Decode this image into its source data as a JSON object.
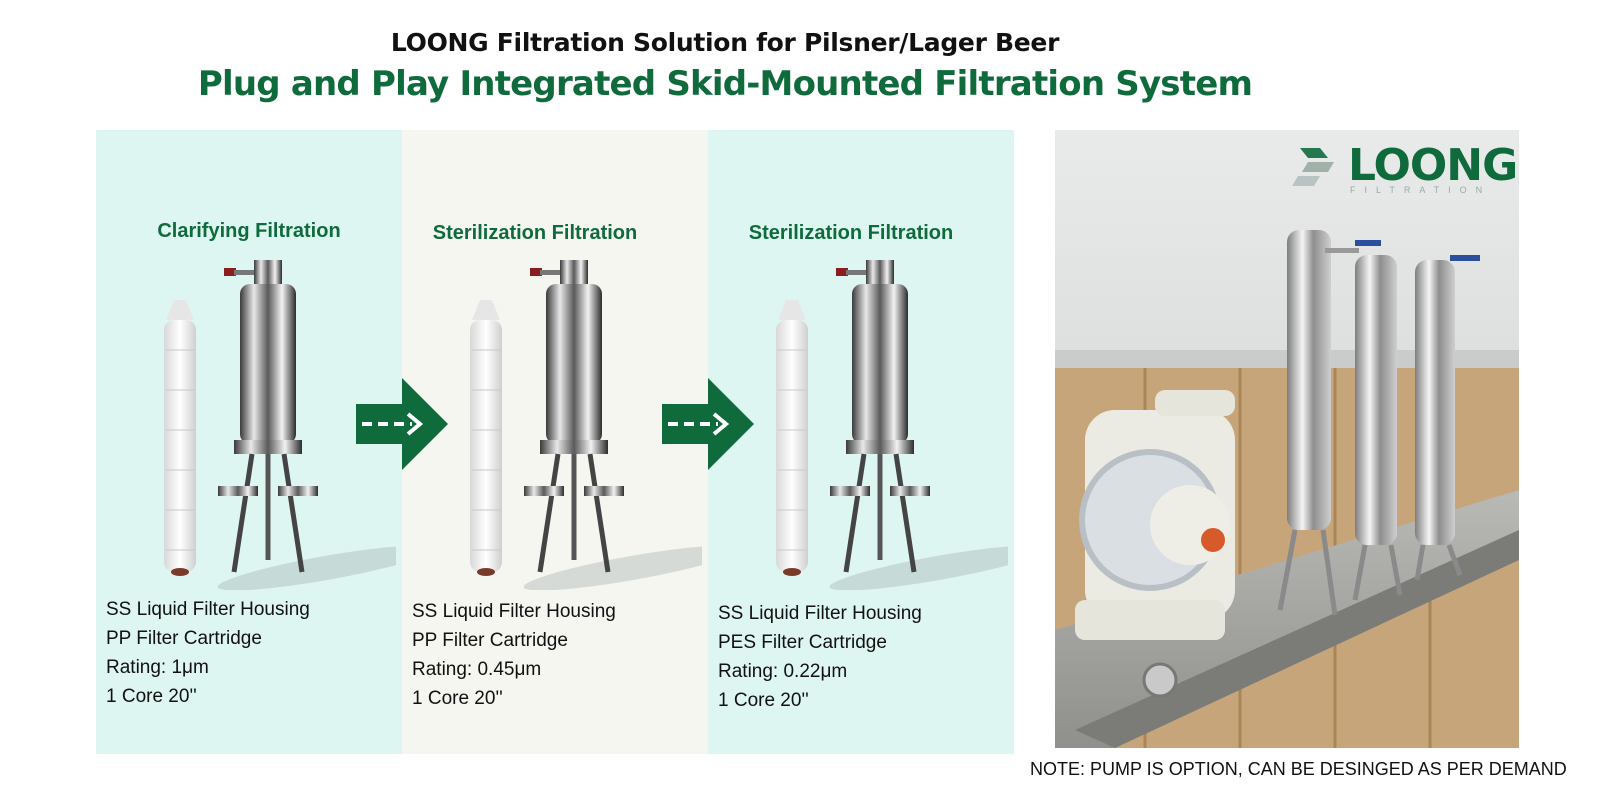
{
  "header": {
    "title": "LOONG Filtration  Solution for  Pilsner/Lager Beer",
    "subtitle": "Plug and Play Integrated Skid-Mounted Filtration System"
  },
  "stages": [
    {
      "title": "Clarifying Filtration",
      "specs": [
        "SS Liquid Filter Housing",
        "PP Filter Cartridge",
        "Rating: 1μm",
        "1 Core 20''"
      ]
    },
    {
      "title": "Sterilization Filtration",
      "specs": [
        "SS Liquid Filter Housing",
        "PP Filter Cartridge",
        "Rating: 0.45μm",
        "1 Core 20''"
      ]
    },
    {
      "title": "Sterilization Filtration",
      "specs": [
        "SS Liquid Filter Housing",
        "PES Filter Cartridge",
        "Rating: 0.22μm",
        "1 Core 20''"
      ]
    }
  ],
  "photo": {
    "logo_text": "LOONG",
    "logo_subtext": "FILTRATION"
  },
  "note": "NOTE:  PUMP IS OPTION, CAN BE DESINGED AS PER DEMAND",
  "colors": {
    "brand_green": "#0f6b3c",
    "panel_mint": "#def6f2",
    "panel_cream": "#f6f6f0"
  }
}
